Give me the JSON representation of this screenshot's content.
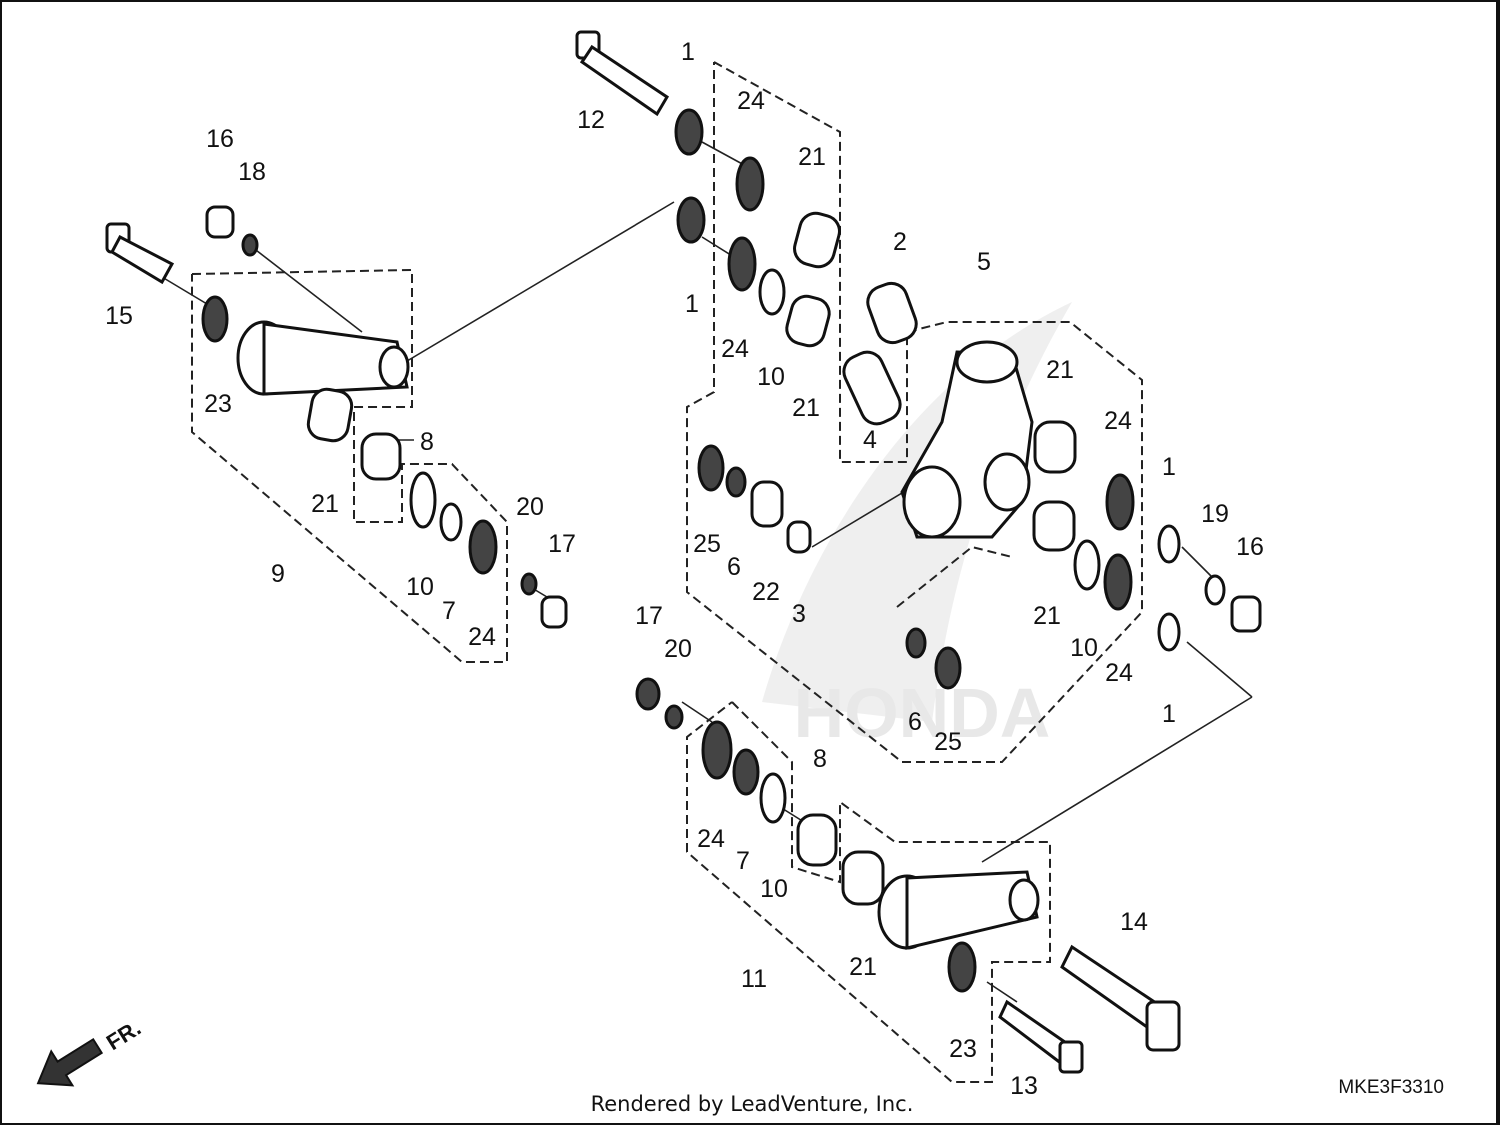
{
  "labels": {
    "l1a": "1",
    "l1b": "1",
    "l1c": "1",
    "l1d": "1",
    "l2": "2",
    "l3": "3",
    "l4": "4",
    "l5": "5",
    "l6a": "6",
    "l6b": "6",
    "l7a": "7",
    "l7b": "7",
    "l8a": "8",
    "l8b": "8",
    "l9": "9",
    "l10a": "10",
    "l10b": "10",
    "l10c": "10",
    "l10d": "10",
    "l11": "11",
    "l12": "12",
    "l13": "13",
    "l14": "14",
    "l15": "15",
    "l16a": "16",
    "l16b": "16",
    "l17a": "17",
    "l17b": "17",
    "l18": "18",
    "l19": "19",
    "l20a": "20",
    "l20b": "20",
    "l21a": "21",
    "l21b": "21",
    "l21c": "21",
    "l21d": "21",
    "l21e": "21",
    "l21f": "21",
    "l22": "22",
    "l23a": "23",
    "l23b": "23",
    "l24a": "24",
    "l24b": "24",
    "l24c": "24",
    "l24d": "24",
    "l24e": "24",
    "l24f": "24",
    "l25a": "25",
    "l25b": "25"
  },
  "watermark": "HONDA",
  "direction_label": "FR.",
  "diagram_code": "MKE3F3310",
  "footer": "Rendered by LeadVenture, Inc.",
  "colors": {
    "line": "#111111",
    "ghost": "#e2e2e2"
  }
}
